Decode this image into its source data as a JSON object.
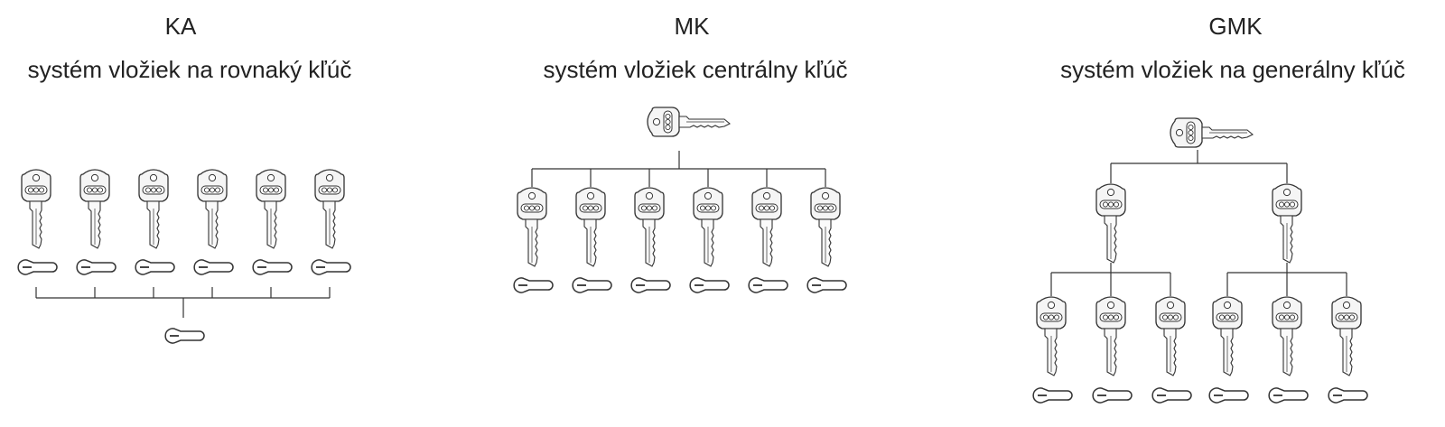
{
  "sections": [
    {
      "abbr": "KA",
      "subtitle": "systém vložiek na rovnaký kľúč"
    },
    {
      "abbr": "MK",
      "subtitle": "systém vložiek centrálny kľúč"
    },
    {
      "abbr": "GMK",
      "subtitle": "systém vložiek na generálny kľúč"
    }
  ],
  "key_icon": "key-icon",
  "cylinder_icon": "lock-cylinder-icon",
  "line_color": "#333333"
}
